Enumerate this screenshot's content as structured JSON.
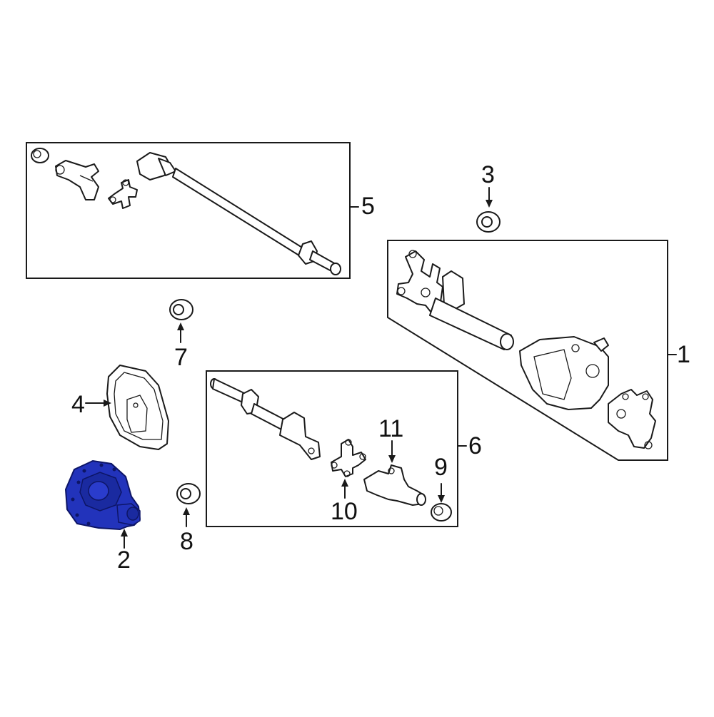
{
  "callouts": {
    "c1": "1",
    "c2": "2",
    "c3": "3",
    "c4": "4",
    "c5": "5",
    "c6": "6",
    "c7": "7",
    "c8": "8",
    "c9": "9",
    "c10": "10",
    "c11": "11"
  },
  "colors": {
    "highlight": "#2233bb",
    "highlight_dark": "#0d1566",
    "line": "#1a1a1a",
    "background": "#ffffff"
  },
  "highlighted_part": "2"
}
